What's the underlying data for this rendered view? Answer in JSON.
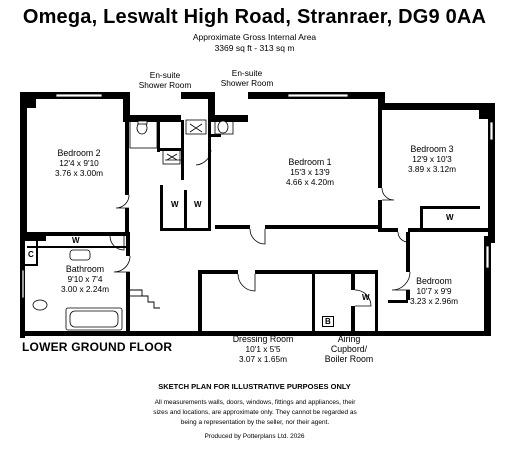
{
  "header": {
    "title": "Omega, Leswalt High Road, Stranraer, DG9 0AA",
    "area_label": "Approximate Gross Internal Area",
    "area_value": "3369 sq ft - 313 sq m"
  },
  "rooms": {
    "ensuite1": {
      "l1": "En-suite",
      "l2": "Shower Room"
    },
    "ensuite2": {
      "l1": "En-suite",
      "l2": "Shower Room"
    },
    "bedroom2": {
      "name": "Bedroom 2",
      "imperial": "12'4 x 9'10",
      "metric": "3.76 x 3.00m"
    },
    "bedroom1": {
      "name": "Bedroom 1",
      "imperial": "15'3 x 13'9",
      "metric": "4.66 x 4.20m"
    },
    "bedroom3": {
      "name": "Bedroom 3",
      "imperial": "12'9 x 10'3",
      "metric": "3.89 x 3.12m"
    },
    "bathroom": {
      "name": "Bathroom",
      "imperial": "9'10 x 7'4",
      "metric": "3.00 x 2.24m"
    },
    "bedroom": {
      "name": "Bedroom",
      "imperial": "10'7 x 9'9",
      "metric": "3.23 x 2.96m"
    },
    "dressing": {
      "name": "Dressing Room",
      "imperial": "10'1 x 5'5",
      "metric": "3.07 x 1.65m"
    },
    "airing": {
      "l1": "Airing",
      "l2": "Cupbord/",
      "l3": "Boiler Room"
    }
  },
  "markers": {
    "wardrobe": "W",
    "cupboard": "C",
    "boiler": "B"
  },
  "floor_name": "LOWER GROUND FLOOR",
  "footer": {
    "sketch": "SKETCH PLAN FOR ILLUSTRATIVE PURPOSES ONLY",
    "disclaimer_1": "All measurements walls, doors, windows, fittings and appliances, their",
    "disclaimer_2": "sizes and locations, are approximate only. They cannot be regarded as",
    "disclaimer_3": "being a representation by the seller, nor their agent.",
    "produced": "Produced by Potterplans Ltd. 2026"
  }
}
